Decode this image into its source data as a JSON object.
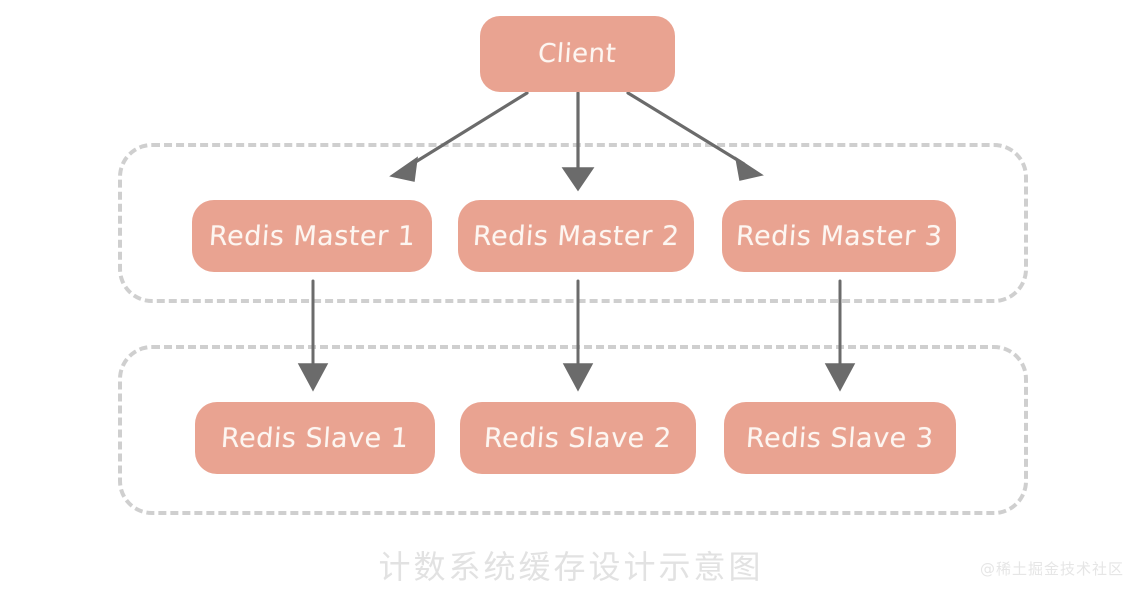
{
  "diagram": {
    "background_color": "#ffffff",
    "node_fill_color": "#e9a391",
    "node_text_color": "#fdf6f1",
    "group_border_color": "#cfcfcf",
    "arrow_color": "#6b6b6b",
    "client": {
      "label": "Client"
    },
    "masters_group": {
      "nodes": [
        {
          "label": "Redis Master 1"
        },
        {
          "label": "Redis Master 2"
        },
        {
          "label": "Redis Master 3"
        }
      ]
    },
    "slaves_group": {
      "nodes": [
        {
          "label": "Redis Slave 1"
        },
        {
          "label": "Redis Slave 2"
        },
        {
          "label": "Redis Slave 3"
        }
      ]
    },
    "caption": "计数系统缓存设计示意图",
    "watermark": "@稀土掘金技术社区"
  }
}
